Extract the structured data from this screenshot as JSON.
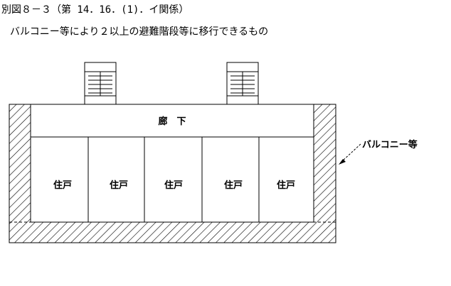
{
  "figure": {
    "title": "別図８－３（第 14．16．(1)．イ関係）",
    "subtitle": "バルコニー等により２以上の避難階段等に移行できるもの"
  },
  "diagram": {
    "corridor_label": "廊　下",
    "unit_labels": [
      "住戸",
      "住戸",
      "住戸",
      "住戸",
      "住戸"
    ],
    "balcony_label": "バルコニー等",
    "colors": {
      "line": "#000000",
      "fill": "#ffffff"
    }
  }
}
